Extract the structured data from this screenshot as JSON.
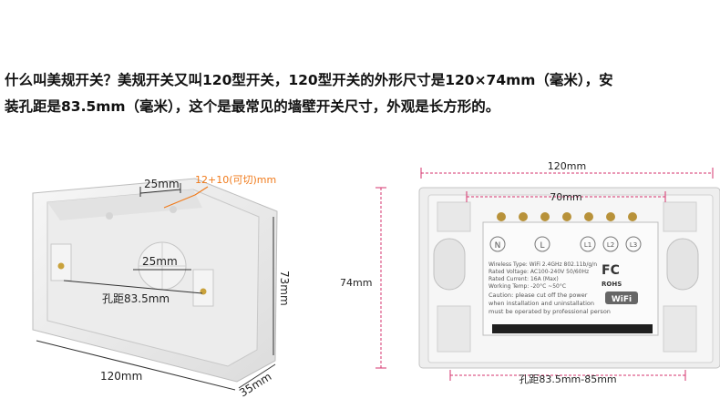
{
  "paragraph": {
    "line1": "什么叫美规开关？美规开关又叫120型开关，120型开关的外形尺寸是120×74mm（毫米），安",
    "line2": "装孔距是83.5mm（毫米），这个是最常见的墙壁开关尺寸，外观是长方形的。"
  },
  "box_dims": {
    "top_hole": "25mm",
    "cut_note": "12+10(可切)mm",
    "center_hole": "25mm",
    "hole_spacing": "孔距83.5mm",
    "height": "73mm",
    "length": "120mm",
    "depth": "35mm"
  },
  "switch_dims": {
    "width": "120mm",
    "inner_width": "70mm",
    "height": "74mm",
    "hole_spacing": "孔距83.5mm-85mm"
  },
  "module": {
    "terminals": [
      "N",
      "L",
      "L1",
      "L2",
      "L3"
    ],
    "spec_lines": [
      "Wireless Type: WiFi 2.4GHz 802.11b/g/n",
      "Rated Voltage: AC100-240V 50/60Hz",
      "Rated Current: 16A (Max)",
      "Working Temp: -20°C ~50°C"
    ],
    "fc": "FC",
    "rohs": "ROHS",
    "caution_lines": [
      "Caution: please cut off the power",
      "when installation and uninstallation",
      "must be operated by professional person"
    ],
    "wifi": "WiFi"
  },
  "colors": {
    "dim_line": "#d6336c",
    "accent": "#f07a1a",
    "text": "#111111"
  }
}
